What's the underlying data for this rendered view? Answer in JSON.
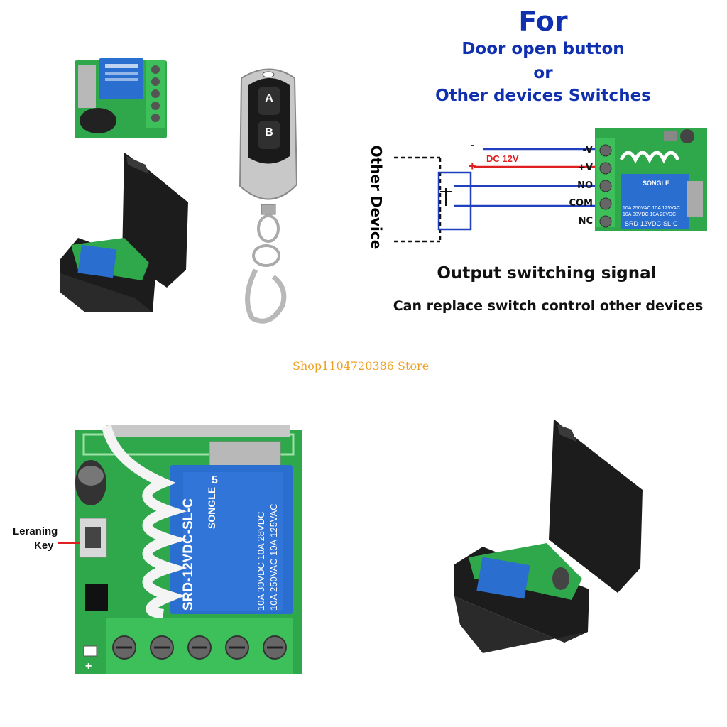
{
  "header": {
    "line1": "For",
    "line2": "Door open button",
    "line3": "or",
    "line4": "Other devices Switches"
  },
  "diagram": {
    "side_label": "Other Device",
    "polarity_minus": "-",
    "polarity_plus": "+",
    "dc_label": "DC 12V",
    "terminals": [
      "-V",
      "+V",
      "NO",
      "COM",
      "NC"
    ],
    "relay_brand": "SONGLE",
    "relay_model": "SRD-12VDC-SL-C",
    "relay_rating1": "10A 250VAC  10A 125VAC",
    "relay_rating2": "10A 30VDC  10A 28VDC"
  },
  "caption": {
    "main": "Output switching signal",
    "sub": "Can replace switch control other devices"
  },
  "remote": {
    "button_a": "A",
    "button_b": "B"
  },
  "watermark": "Shop1104720386 Store",
  "closeup": {
    "key_label_line1": "Leraning",
    "key_label_line2": "Key",
    "relay_brand": "SONGLE",
    "relay_model": "SRD-12VDC-SL-C",
    "relay_rating1": "10A 250VAC  10A 125VAC",
    "relay_rating2": "10A 30VDC  10A 28VDC",
    "relay_mark": "5",
    "plus_mark": "+"
  },
  "colors": {
    "title_blue": "#1030b0",
    "wire_blue": "#2040c0",
    "wire_red": "#e02020",
    "pcb_green": "#2ea84a",
    "relay_blue": "#2a6fd0",
    "case_black": "#1c1c1c",
    "watermark": "#f0a020"
  }
}
